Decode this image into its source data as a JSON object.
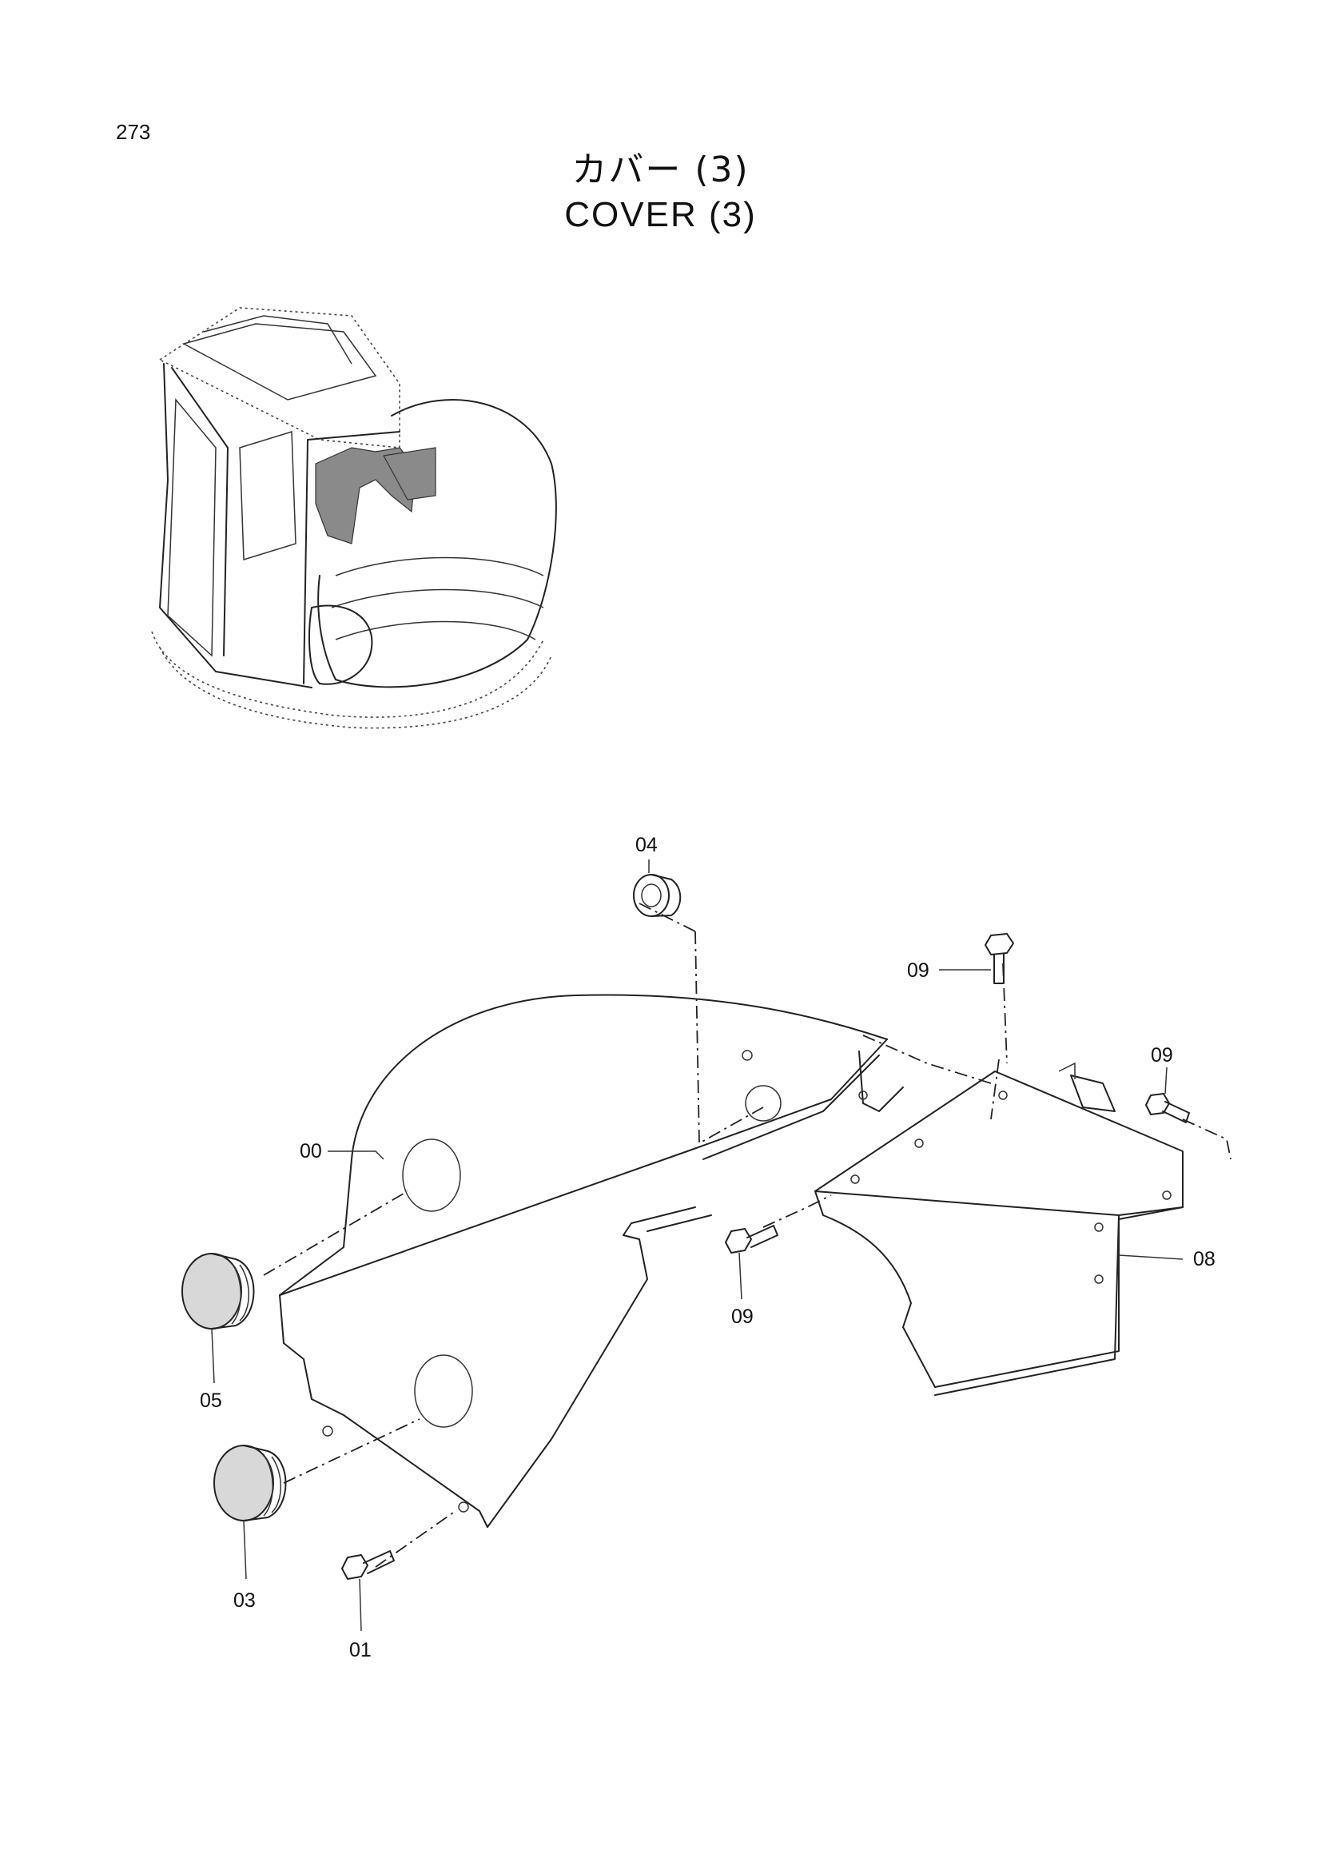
{
  "page": {
    "number": "273"
  },
  "title": {
    "japanese": "カバー (3)",
    "english": "COVER (3)"
  },
  "callouts": {
    "c00": "00",
    "c01": "01",
    "c03": "03",
    "c04": "04",
    "c05": "05",
    "c08": "08",
    "c09a": "09",
    "c09b": "09",
    "c09c": "09"
  }
}
